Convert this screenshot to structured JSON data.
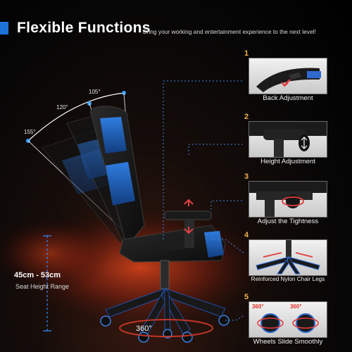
{
  "header": {
    "title": "Flexible Functions",
    "subtitle": "Bring your working and entertainment experience to the next level!"
  },
  "colors": {
    "accent_blue": "#1e73d8",
    "number_orange": "#f0b24a",
    "fire_red": "#c0391b"
  },
  "recline": {
    "angles": [
      "155°",
      "120°",
      "105°"
    ]
  },
  "height": {
    "range": "45cm - 53cm",
    "caption": "Seat Height Range"
  },
  "rotation": {
    "label": "360°"
  },
  "features": [
    {
      "number": "1",
      "caption": "Back Adjustment",
      "icon": "backrest-lever-icon"
    },
    {
      "number": "2",
      "caption": "Height Adjustment",
      "icon": "gas-lift-icon"
    },
    {
      "number": "3",
      "caption": "Adjust the Tightness",
      "icon": "tilt-knob-icon"
    },
    {
      "number": "4",
      "caption": "Reinforced Nylon Chair Legs",
      "icon": "chair-base-icon"
    },
    {
      "number": "5",
      "caption": "Wheels Slide Smoothly",
      "icon": "caster-wheel-icon",
      "badges": [
        "360°",
        "360°"
      ]
    }
  ]
}
